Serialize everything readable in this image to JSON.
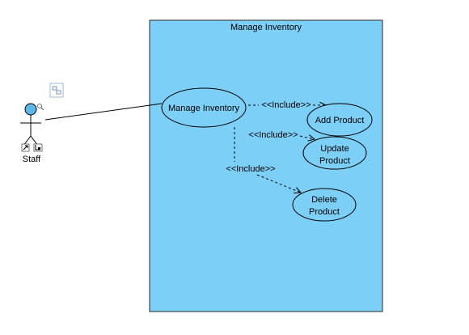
{
  "diagram": {
    "type": "use-case",
    "system_boundary": {
      "title": "Manage Inventory",
      "fill": "#7ccff6",
      "stroke": "#2b2b2b"
    },
    "actor": {
      "name": "Staff",
      "head_color": "#5bb8ea",
      "icons": [
        "magnifier-icon",
        "link-arrow-icon",
        "model-element-icon",
        "resource-catalog-icon"
      ]
    },
    "use_cases": [
      {
        "id": "uc_manage",
        "label_lines": [
          "Manage Inventory"
        ]
      },
      {
        "id": "uc_add",
        "label_lines": [
          "Add Product"
        ]
      },
      {
        "id": "uc_update",
        "label_lines": [
          "Update",
          "Product"
        ]
      },
      {
        "id": "uc_delete",
        "label_lines": [
          "Delete",
          "Product"
        ]
      }
    ],
    "relationships": [
      {
        "type": "association",
        "from": "Staff",
        "to": "Manage Inventory"
      },
      {
        "type": "include",
        "label": "<<Include>>",
        "from": "Manage Inventory",
        "to": "Add Product"
      },
      {
        "type": "include",
        "label": "<<Include>>",
        "from": "Manage Inventory",
        "to": "Update Product"
      },
      {
        "type": "include",
        "label": "<<Include>>",
        "from": "Manage Inventory",
        "to": "Delete Product"
      }
    ]
  }
}
